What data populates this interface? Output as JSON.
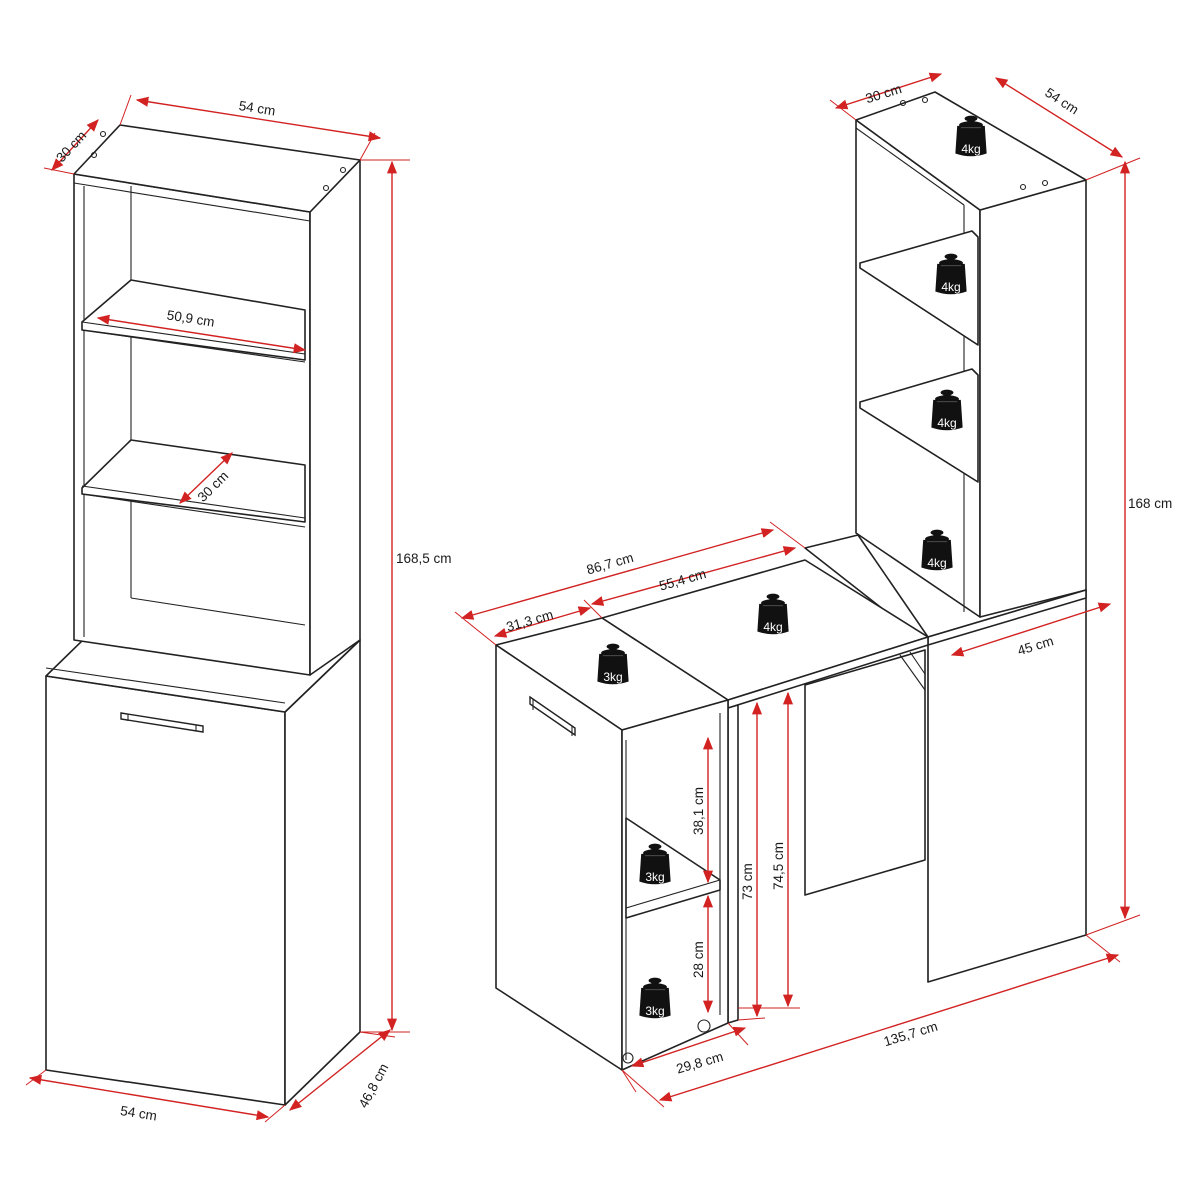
{
  "colors": {
    "dimension": "#d22222",
    "outline": "#222222",
    "weight": "#111111"
  },
  "left_unit": {
    "width_top": "54 cm",
    "depth_top": "30 cm",
    "shelf_width": "50,9 cm",
    "shelf_depth": "30 cm",
    "height": "168,5 cm",
    "width_bottom": "54 cm",
    "depth_bottom": "46,8 cm"
  },
  "right_unit": {
    "tower_depth": "30 cm",
    "tower_width": "54 cm",
    "height": "168 cm",
    "desk_total": "86,7 cm",
    "desk_top": "55,4 cm",
    "cabinet_depth": "31,3 cm",
    "right_depth": "45 cm",
    "shelf_upper": "38,1 cm",
    "shelf_lower": "28 cm",
    "desk_height_a": "73 cm",
    "desk_height_b": "74,5 cm",
    "cabinet_width": "29,8 cm",
    "total_width": "135,7 cm"
  },
  "weights": {
    "tower_top": "4kg",
    "tower_shelf_1": "4kg",
    "tower_shelf_2": "4kg",
    "tower_shelf_3": "4kg",
    "desk_top": "4kg",
    "cabinet_top": "3kg",
    "cabinet_shelf": "3kg",
    "cabinet_bottom": "3kg"
  }
}
